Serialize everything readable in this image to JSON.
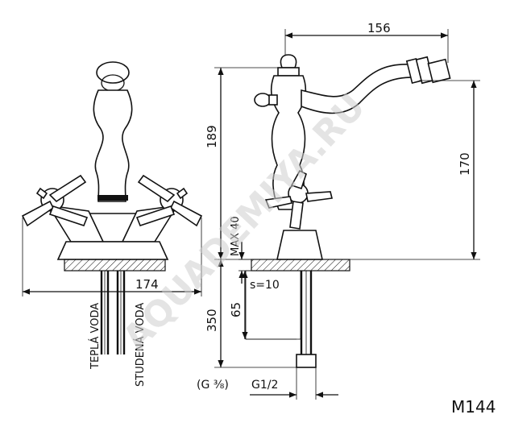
{
  "drawing": {
    "model": "M144",
    "watermark": "AQUADEMIYA.RU",
    "labels": {
      "hot_water": "TEPLÁ VODA",
      "cold_water": "STUDENÁ VODA",
      "thread_note": "(G ⅜)",
      "thread_g": "G1/2",
      "wall": "s=10",
      "max": "MAX 40"
    },
    "dimensions": {
      "base_width": "174",
      "spout_reach": "156",
      "height_total": "189",
      "spout_height": "170",
      "hose_length": "350",
      "thread_length": "65"
    }
  }
}
